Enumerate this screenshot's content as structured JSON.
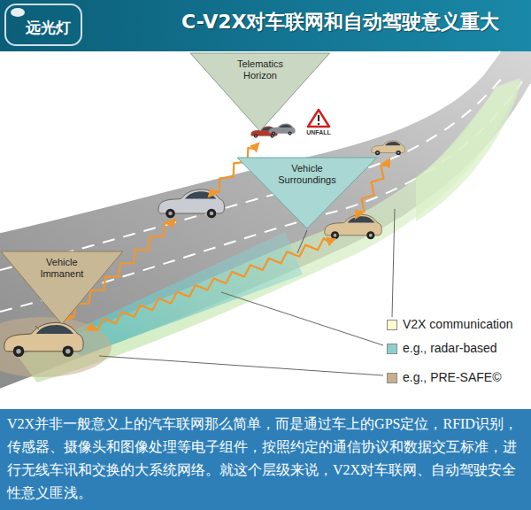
{
  "diagram": {
    "title": "C-V2X对车联网和自动驾驶意义重大",
    "caption": "V2X并非一般意义上的汽车联网那么简单，而是通过车上的GPS定位，RFID识别，传感器、摄像头和图像处理等电子组件，按照约定的通信协议和数据交互标准，进行无线车讯和交换的大系统网络。就这个层级来说，V2X对车联网、自动驾驶安全性意义匪浅。",
    "nodes": [
      {
        "text": [
          "Telematics Horizon"
        ]
      },
      {
        "text": [
          "Vehicle Surroundings"
        ]
      },
      {
        "text": [
          "Vehicle Immanent"
        ]
      }
    ],
    "labels": [
      "远光灯",
      "UNFALL"
    ],
    "legend": [
      {
        "text": "V2X communication",
        "color": "#fffbd0"
      },
      {
        "text": "e.g., radar-based",
        "color": "#8ecfcc"
      },
      {
        "text": "e.g., PRE-SAFE©",
        "color": "#c6b08c"
      }
    ]
  }
}
